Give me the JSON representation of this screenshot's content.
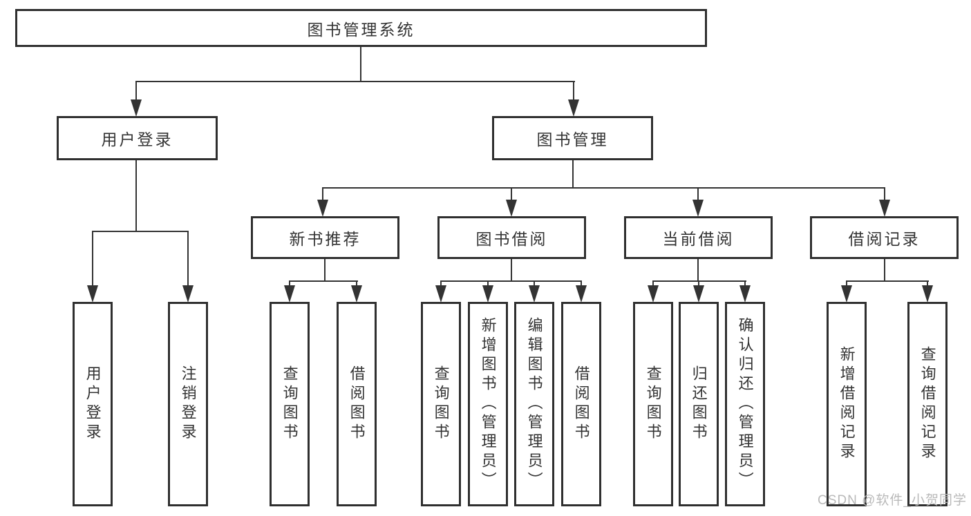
{
  "diagram": {
    "root": "图书管理系统",
    "level2": {
      "user_login": {
        "label": "用户登录",
        "children": {
          "login": "用户登录",
          "logout": "注销登录"
        }
      },
      "book_mgmt": {
        "label": "图书管理",
        "sections": {
          "new_book_rec": {
            "label": "新书推荐",
            "children": {
              "query": "查询图书",
              "borrow": "借阅图书"
            }
          },
          "book_borrow": {
            "label": "图书借阅",
            "children": {
              "query": "查询图书",
              "add": "新增图书（管理员）",
              "edit": "编辑图书（管理员）",
              "borrow": "借阅图书"
            }
          },
          "current_borrow": {
            "label": "当前借阅",
            "children": {
              "query": "查询图书",
              "return": "归还图书",
              "confirm": "确认归还（管理员）"
            }
          },
          "borrow_records": {
            "label": "借阅记录",
            "children": {
              "add": "新增借阅记录",
              "query": "查询借阅记录"
            }
          }
        }
      }
    }
  },
  "watermark": "CSDN @软件_小贺同学",
  "colors": {
    "line": "#333333",
    "border": "#2f2f2f",
    "text": "#333333",
    "watermark": "#b9b9b9",
    "background": "#ffffff"
  }
}
